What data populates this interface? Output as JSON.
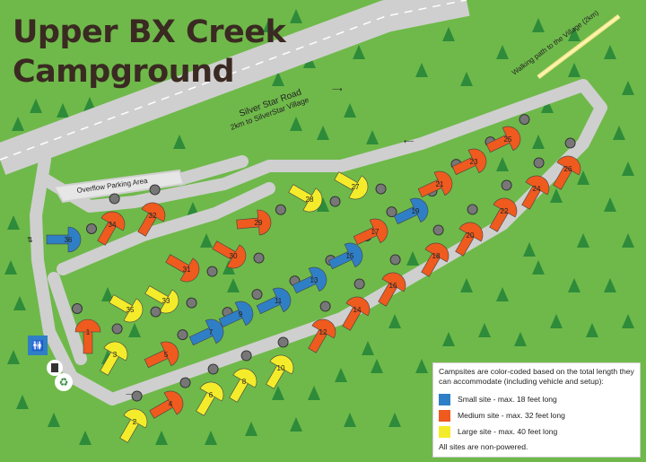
{
  "title": {
    "line1": "Upper BX Creek",
    "line2": "Campground"
  },
  "road": {
    "name": "Silver Star Road",
    "sub": "2km to SilverStar Village"
  },
  "walking_path": "Walking path to the Village (2km)",
  "overflow_parking": "Overflow Parking Area",
  "colors": {
    "small": "#2f7fc6",
    "medium": "#ef5a1e",
    "large": "#f4ec2a",
    "grass": "#6fb94a",
    "road": "#cfcfcf"
  },
  "legend": {
    "note": "Campsites are color-coded based on the total length they can accommodate (including vehicle and setup):",
    "small": "Small site - max. 18 feet long",
    "medium": "Medium site - max. 32 feet long",
    "large": "Large site - max. 40 feet long",
    "footer": "All sites are non-powered."
  },
  "icons": [
    "washroom-icon",
    "trash-icon",
    "recycling-icon"
  ],
  "sites": [
    {
      "n": "1",
      "size": "medium"
    },
    {
      "n": "2",
      "size": "large"
    },
    {
      "n": "3",
      "size": "large"
    },
    {
      "n": "4",
      "size": "medium"
    },
    {
      "n": "5",
      "size": "medium"
    },
    {
      "n": "6",
      "size": "large"
    },
    {
      "n": "7",
      "size": "small"
    },
    {
      "n": "8",
      "size": "large"
    },
    {
      "n": "9",
      "size": "small"
    },
    {
      "n": "10",
      "size": "large"
    },
    {
      "n": "11",
      "size": "small"
    },
    {
      "n": "12",
      "size": "medium"
    },
    {
      "n": "13",
      "size": "small"
    },
    {
      "n": "14",
      "size": "medium"
    },
    {
      "n": "15",
      "size": "small"
    },
    {
      "n": "16",
      "size": "medium"
    },
    {
      "n": "17",
      "size": "medium"
    },
    {
      "n": "18",
      "size": "medium"
    },
    {
      "n": "19",
      "size": "small"
    },
    {
      "n": "20",
      "size": "medium"
    },
    {
      "n": "21",
      "size": "medium"
    },
    {
      "n": "22",
      "size": "medium"
    },
    {
      "n": "23",
      "size": "medium"
    },
    {
      "n": "24",
      "size": "medium"
    },
    {
      "n": "25",
      "size": "medium"
    },
    {
      "n": "26",
      "size": "medium"
    },
    {
      "n": "27",
      "size": "large"
    },
    {
      "n": "28",
      "size": "large"
    },
    {
      "n": "29",
      "size": "medium"
    },
    {
      "n": "30",
      "size": "medium"
    },
    {
      "n": "31",
      "size": "medium"
    },
    {
      "n": "32",
      "size": "medium"
    },
    {
      "n": "33",
      "size": "large"
    },
    {
      "n": "34",
      "size": "medium"
    },
    {
      "n": "35",
      "size": "large"
    },
    {
      "n": "36",
      "size": "small"
    }
  ]
}
